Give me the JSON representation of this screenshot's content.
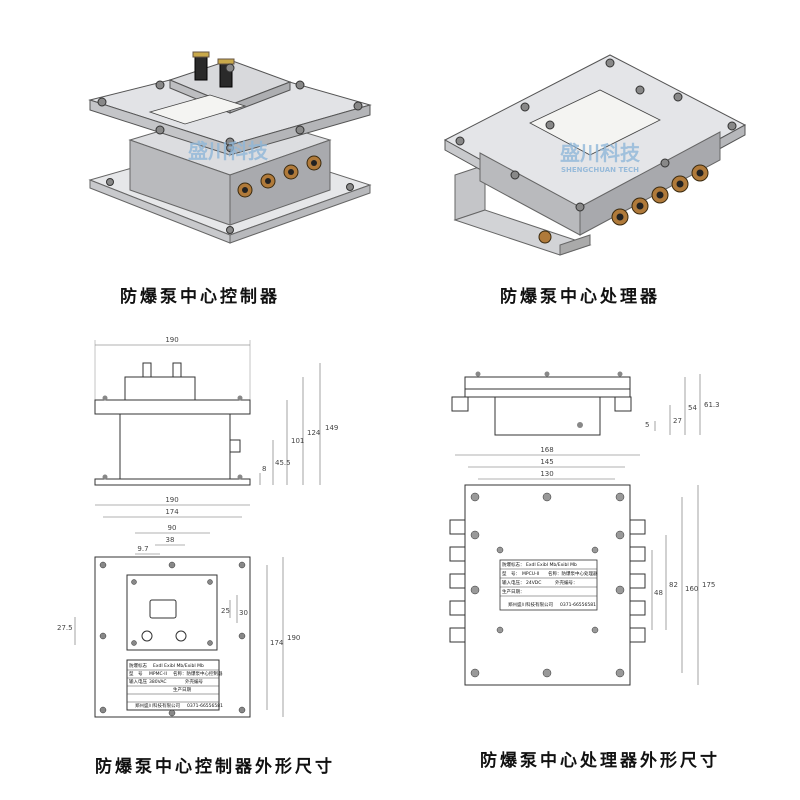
{
  "captions": {
    "controller": "防爆泵中心控制器",
    "processor": "防爆泵中心处理器",
    "controller_dims": "防爆泵中心控制器外形尺寸",
    "processor_dims": "防爆泵中心处理器外形尺寸"
  },
  "watermark": {
    "brand": "盛川科技",
    "brand_en": "SHENGCHUAN TECH"
  },
  "controller_front": {
    "width": "190",
    "heights": [
      "149",
      "124",
      "101",
      "45.5",
      "8"
    ]
  },
  "controller_top": {
    "outer_width": "190",
    "inner_width": "174",
    "center_span": "90",
    "small_span": "38",
    "offset": "9.7",
    "depth_outer": "190",
    "depth_inner": "174",
    "window_h1": "25",
    "window_h2": "30",
    "left_offset": "27.5",
    "nameplate": {
      "rows": [
        [
          "防爆标志",
          "ExdI ExibI Mb/ExibI Mb",
          ""
        ],
        [
          "型　号",
          "MPMC-II",
          "名称：防爆泵中心控制器"
        ],
        [
          "输入电压",
          "380VAC",
          "外壳编号"
        ],
        [
          "",
          "生产日期",
          ""
        ],
        [
          "",
          "郑州盛川科技有限公司",
          "0371-66556581"
        ]
      ]
    }
  },
  "processor_side": {
    "heights": [
      "61.3",
      "54",
      "27",
      "5"
    ]
  },
  "processor_top": {
    "outer_width": "168",
    "mid_width": "145",
    "inner_width": "130",
    "depths": [
      "175",
      "160",
      "82",
      "48"
    ],
    "nameplate": {
      "rows": [
        [
          "防爆标志：",
          "ExdI ExibI Mb/ExibI Mb",
          ""
        ],
        [
          "型　号：",
          "MPCU-II",
          "名称：防爆泵中心处理器"
        ],
        [
          "输入电压：",
          "24VDC",
          "外壳编号："
        ],
        [
          "生产日期：",
          "",
          ""
        ],
        [
          "",
          "郑州盛川科技有限公司",
          "0371-66556581"
        ]
      ]
    }
  },
  "colors": {
    "line": "#333333",
    "dim_line": "#666666",
    "metal": "#d9dadc",
    "brass": "#b07a3a",
    "watermark": "#8fb6d8"
  }
}
